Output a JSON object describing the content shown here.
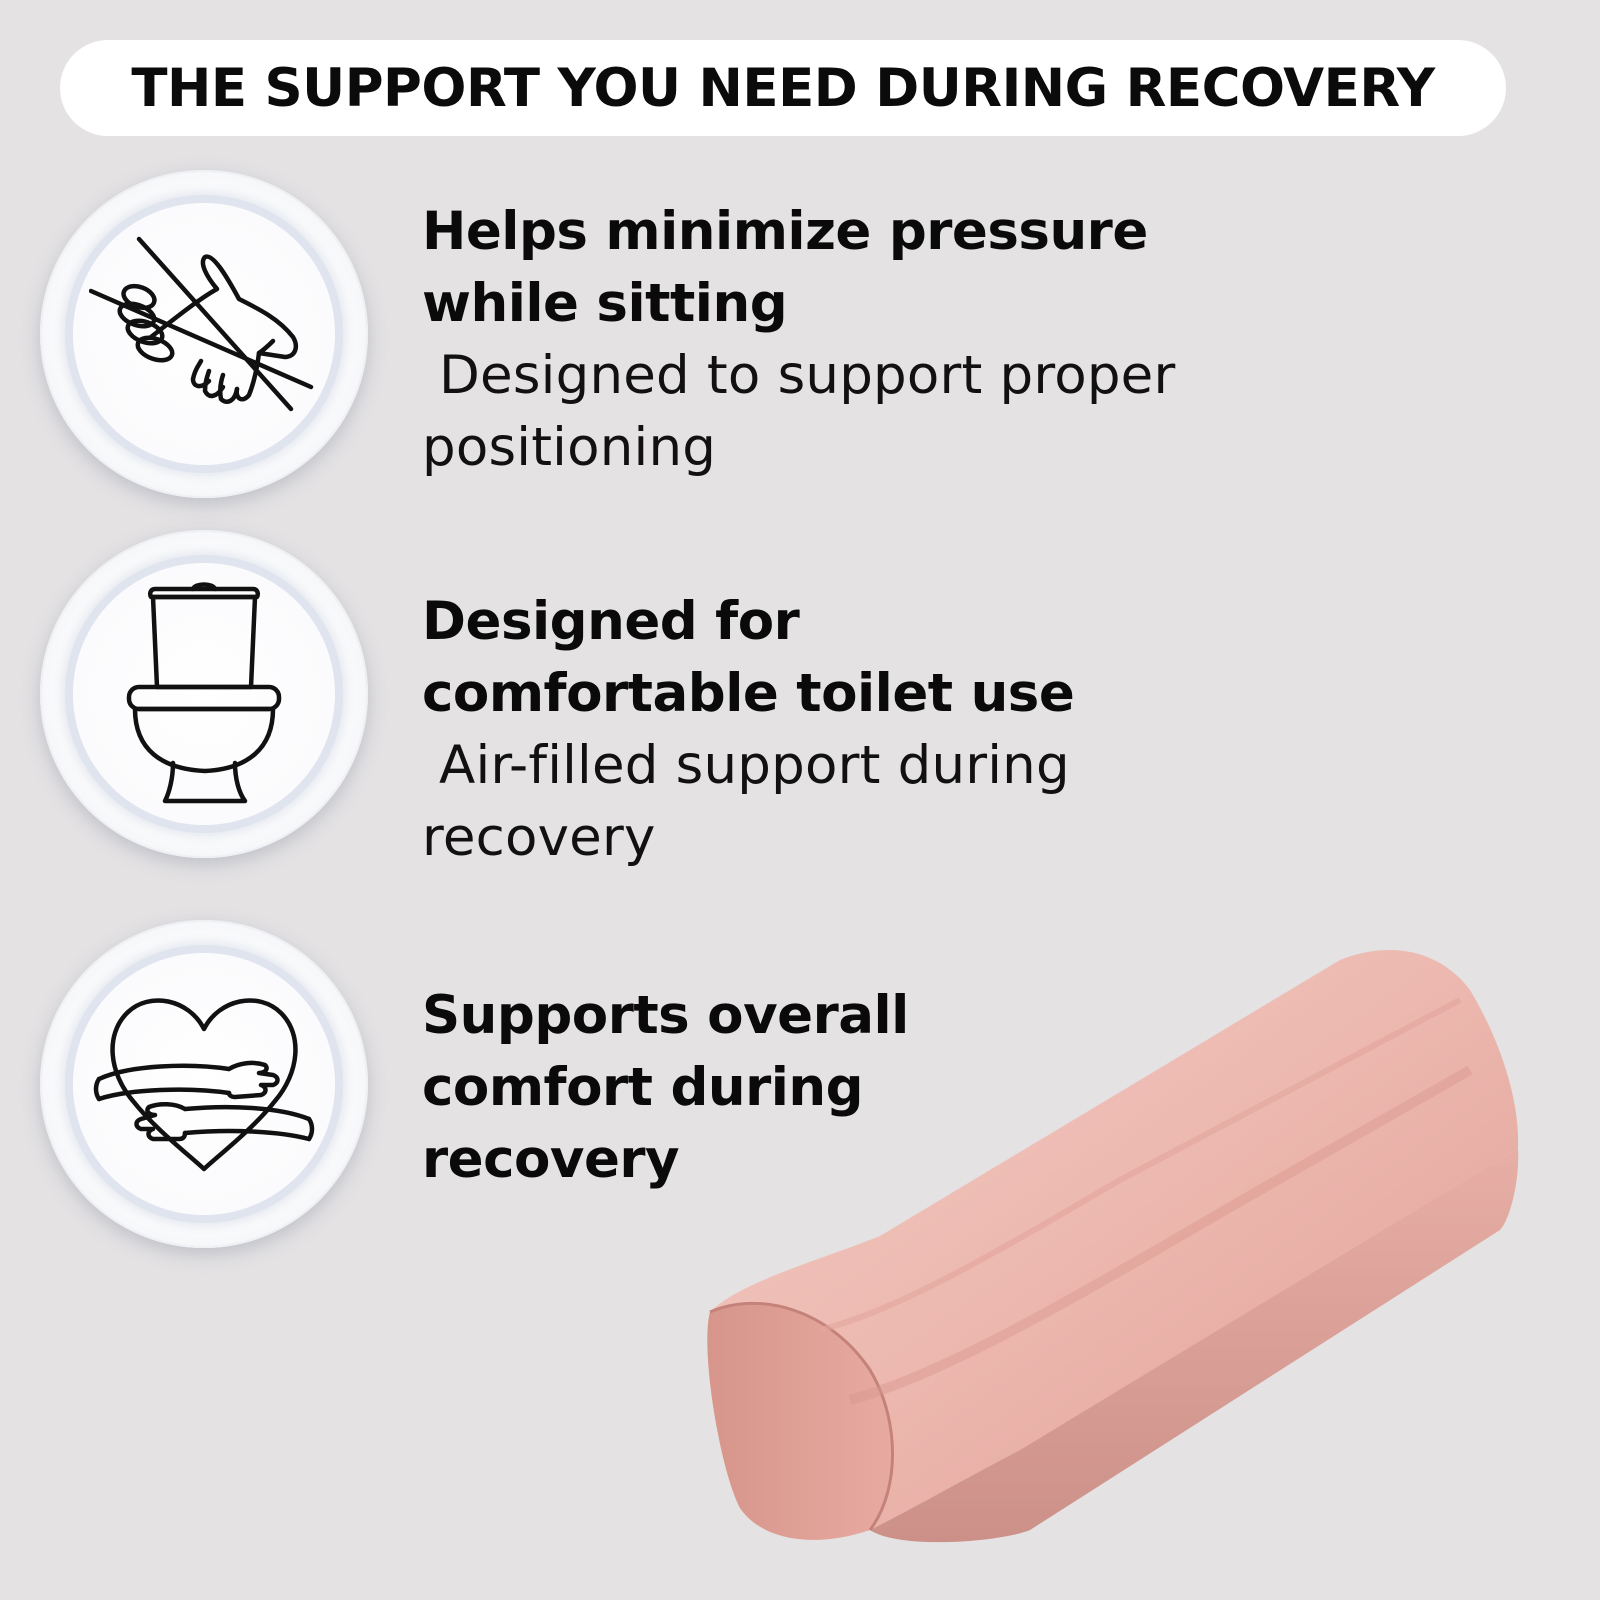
{
  "banner": {
    "title": "THE SUPPORT YOU NEED DURING RECOVERY"
  },
  "features": [
    {
      "icon": "no-pressure-hand-icon",
      "title_line1": "Helps minimize pressure",
      "title_line2": "while sitting",
      "desc_line1": " Designed to support proper",
      "desc_line2": "positioning"
    },
    {
      "icon": "toilet-icon",
      "title_line1": "Designed for",
      "title_line2": "comfortable toilet use",
      "desc_line1": " Air-filled support during",
      "desc_line2": "recovery"
    },
    {
      "icon": "heart-hug-icon",
      "title_line1": "Supports overall",
      "title_line2": "comfort during",
      "title_line3": "recovery"
    }
  ],
  "colors": {
    "background": "#e4e2e3",
    "banner": "#ffffff",
    "text": "#0a0a0a",
    "cushion": "#e8a9a1"
  }
}
